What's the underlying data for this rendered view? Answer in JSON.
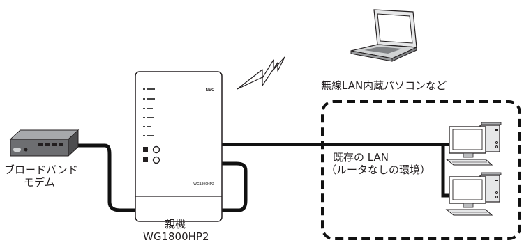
{
  "labels": {
    "modem_line1": "ブロードバンド",
    "modem_line2": "モデム",
    "parent_line1": "親機",
    "parent_model": "WG1800HP2",
    "laptop": "無線LAN内蔵パソコンなど",
    "lan_line1": "既存の LAN",
    "lan_line2": "（ルータなしの環境）"
  },
  "device": {
    "brand": "NEC",
    "model_print": "WG1800HP2"
  },
  "icons": [
    "modem-icon",
    "router-icon",
    "wireless-signal-icon",
    "laptop-icon",
    "desktop-pc-icon"
  ]
}
